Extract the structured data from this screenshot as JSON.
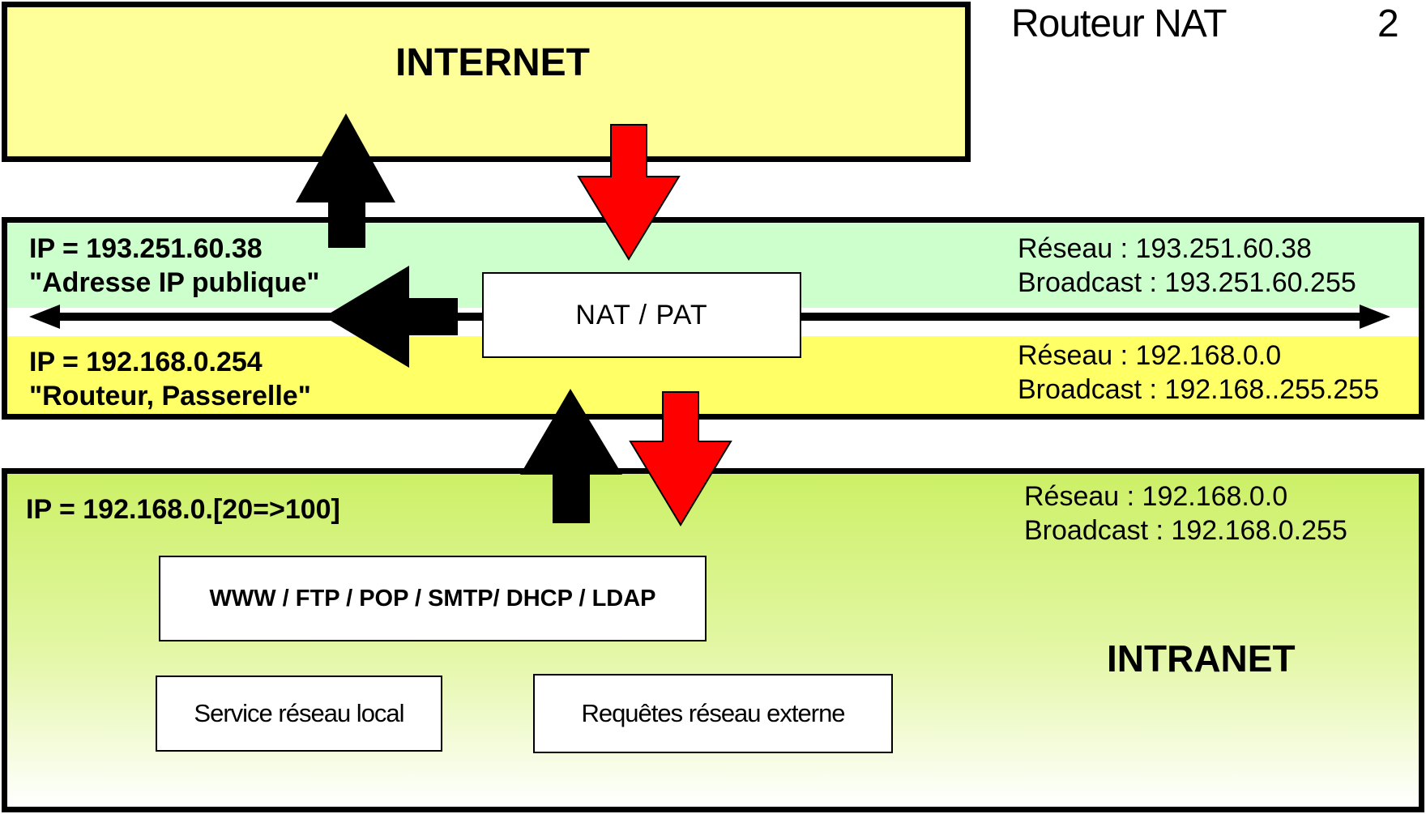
{
  "header": {
    "title": "Routeur NAT",
    "slide_number": "2"
  },
  "internet": {
    "label": "INTERNET"
  },
  "router": {
    "public_ip": "IP = 193.251.60.38",
    "public_desc": "\"Adresse IP publique\"",
    "public_network": "Réseau : 193.251.60.38",
    "public_broadcast": "Broadcast : 193.251.60.255",
    "private_ip": "IP = 192.168.0.254",
    "private_desc": "\"Routeur, Passerelle\"",
    "private_network": "Réseau : 192.168.0.0",
    "private_broadcast": "Broadcast : 192.168..255.255",
    "nat_label": "NAT / PAT"
  },
  "intranet": {
    "label": "INTRANET",
    "ip_range": "IP = 192.168.0.[20=>100]",
    "network": "Réseau : 192.168.0.0",
    "broadcast": "Broadcast : 192.168.0.255",
    "services": "WWW / FTP / POP / SMTP/ DHCP / LDAP",
    "local_service": "Service réseau local",
    "external_requests": "Requêtes réseau externe"
  },
  "colors": {
    "internet_fill": "#ffff99",
    "public_band": "#ccffcc",
    "private_band": "#ffff66",
    "intranet_fill": "#ccf066",
    "outbound_arrow": "#000000",
    "inbound_arrow": "#ff0000"
  }
}
